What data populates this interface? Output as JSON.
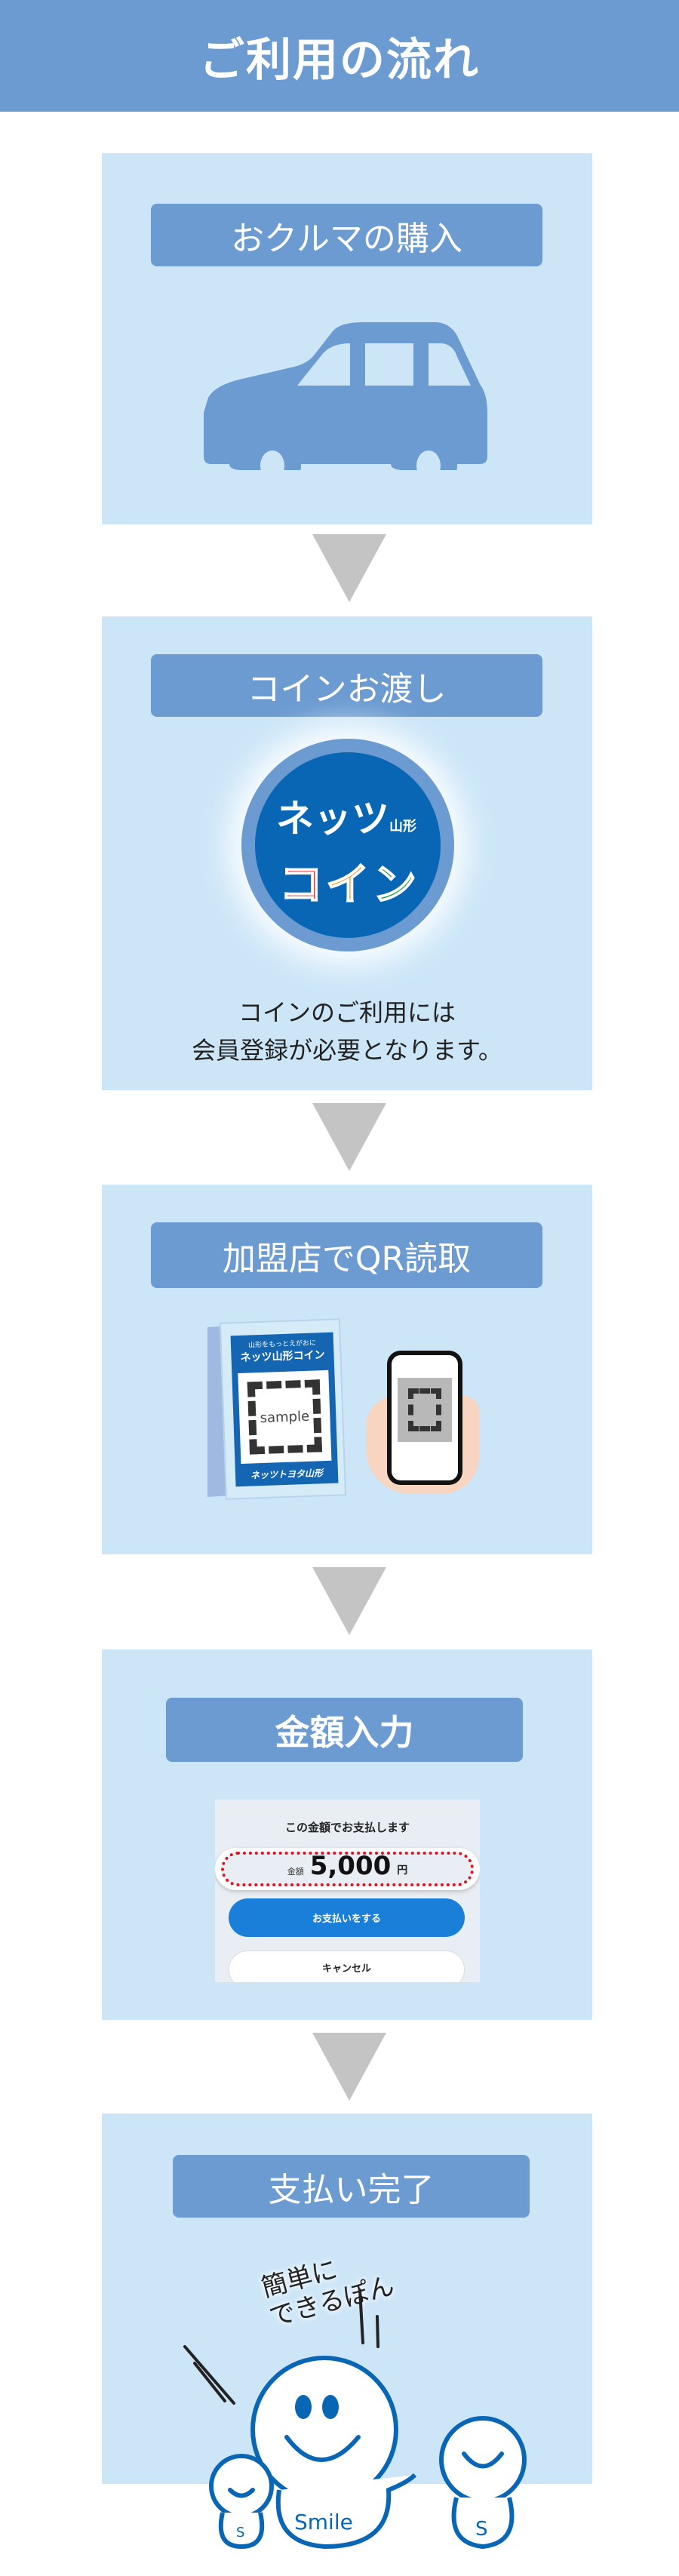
{
  "header": {
    "title": "ご利用の流れ"
  },
  "steps": [
    {
      "label": "おクルマの購入",
      "icon": "car-icon"
    },
    {
      "label": "コインお渡し",
      "coin_logo": {
        "line1": "ネッツ",
        "region": "山形",
        "line2": "コイン"
      },
      "note_line1": "コインのご利用には",
      "note_line2": "会員登録が必要となります。"
    },
    {
      "label": "加盟店でQR読取",
      "stand": {
        "tagline": "山形をもっとえがおに",
        "brand": "ネッツ山形コイン",
        "qr_text": "sample",
        "footer": "ネッツトヨタ山形"
      }
    },
    {
      "label": "金額入力",
      "screen": {
        "prompt": "この金額でお支払します",
        "amount_label": "金額",
        "amount": "5,000",
        "currency": "円",
        "pay_button": "お支払いをする",
        "cancel_button": "キャンセル"
      }
    },
    {
      "label": "支払い完了",
      "speech": {
        "line1": "簡単に",
        "line2": "できるぽん"
      },
      "shirt_text": "Smile",
      "small_shirt": "S"
    }
  ],
  "colors": {
    "header": "#6b9bd1",
    "panel": "#cce6f8",
    "arrow": "#c4c4c4",
    "coin": "#0866b5",
    "pay_button": "#1a7fd8",
    "highlight": "#e0101e"
  }
}
